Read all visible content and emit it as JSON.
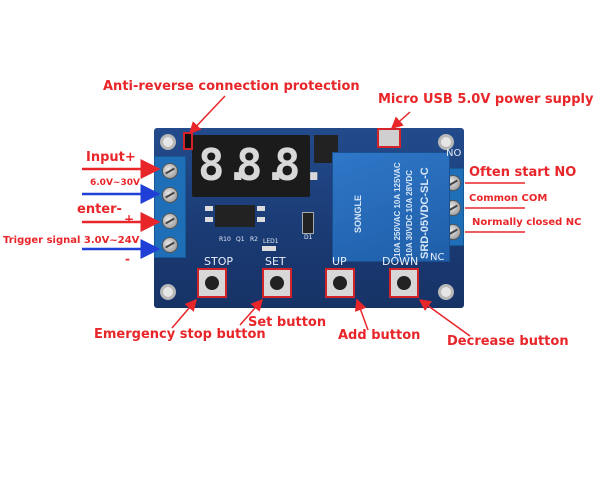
{
  "labels": {
    "anti_reverse": "Anti-reverse connection protection",
    "micro_usb": "Micro USB 5.0V power supply",
    "input_plus": "Input+",
    "input_range": "6.0V~30V",
    "enter_minus": "enter-",
    "trigger_plus": "+",
    "trigger_signal": "Trigger signal 3.0V~24V",
    "trigger_minus": "-",
    "often_start_no": "Often start NO",
    "common_com": "Common COM",
    "normally_closed_nc": "Normally closed NC",
    "emergency_stop": "Emergency stop button",
    "set_button": "Set button",
    "add_button": "Add button",
    "decrease_button": "Decrease button"
  },
  "board": {
    "display_digits": [
      "8.",
      "8.",
      "8."
    ],
    "silkscreen": {
      "stop": "STOP",
      "set": "SET",
      "up": "UP",
      "down": "DOWN",
      "no": "NO",
      "nc": "NC",
      "r10": "R10",
      "q1": "Q1",
      "r2": "R2",
      "led1": "LED1",
      "d1": "D1"
    },
    "relay": {
      "brand": "SONGLE",
      "model": "SRD-05VDC-SL-C",
      "rating1": "10A 250VAC  10A 125VAC",
      "rating2": "10A 30VDC  10A 28VDC"
    }
  },
  "colors": {
    "annotation_red": "#e8262a",
    "arrow_blue": "#1f3fd6",
    "pcb_blue": "#1d3f7a",
    "terminal_blue": "#1e6fb8"
  }
}
